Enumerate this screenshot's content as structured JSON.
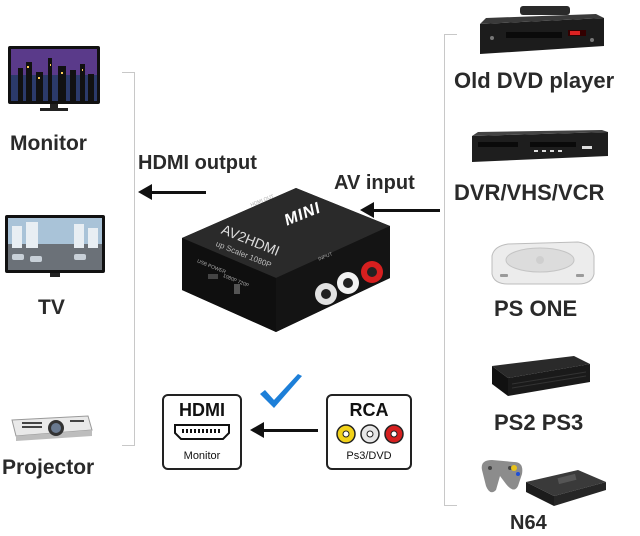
{
  "left_devices": [
    {
      "label": "Monitor",
      "icon": "monitor-icon"
    },
    {
      "label": "TV",
      "icon": "tv-icon"
    },
    {
      "label": "Projector",
      "icon": "projector-icon"
    }
  ],
  "right_devices": [
    {
      "label": "Old DVD player",
      "icon": "dvd-player-icon"
    },
    {
      "label": "DVR/VHS/VCR",
      "icon": "vcr-icon"
    },
    {
      "label": "PS ONE",
      "icon": "ps-one-icon"
    },
    {
      "label": "PS2 PS3",
      "icon": "ps2-ps3-icon"
    },
    {
      "label": "N64",
      "icon": "n64-icon"
    }
  ],
  "labels": {
    "hdmi_output": "HDMI output",
    "av_input": "AV input"
  },
  "converter": {
    "brand": "MINI",
    "model": "AV2HDMI",
    "subtitle": "up Scaler 1080P",
    "hdmi_out": "HDMI OUT",
    "input": "INPUT",
    "switch": "1080P 720P",
    "usb": "USB POWER"
  },
  "hdmi_box": {
    "title": "HDMI",
    "sub": "Monitor"
  },
  "rca_box": {
    "title": "RCA",
    "sub": "Ps3/DVD"
  },
  "colors": {
    "checkmark": "#1d7fd8",
    "rca_yellow": "#f2d21a",
    "rca_white": "#e6e6e6",
    "rca_red": "#d62020"
  }
}
